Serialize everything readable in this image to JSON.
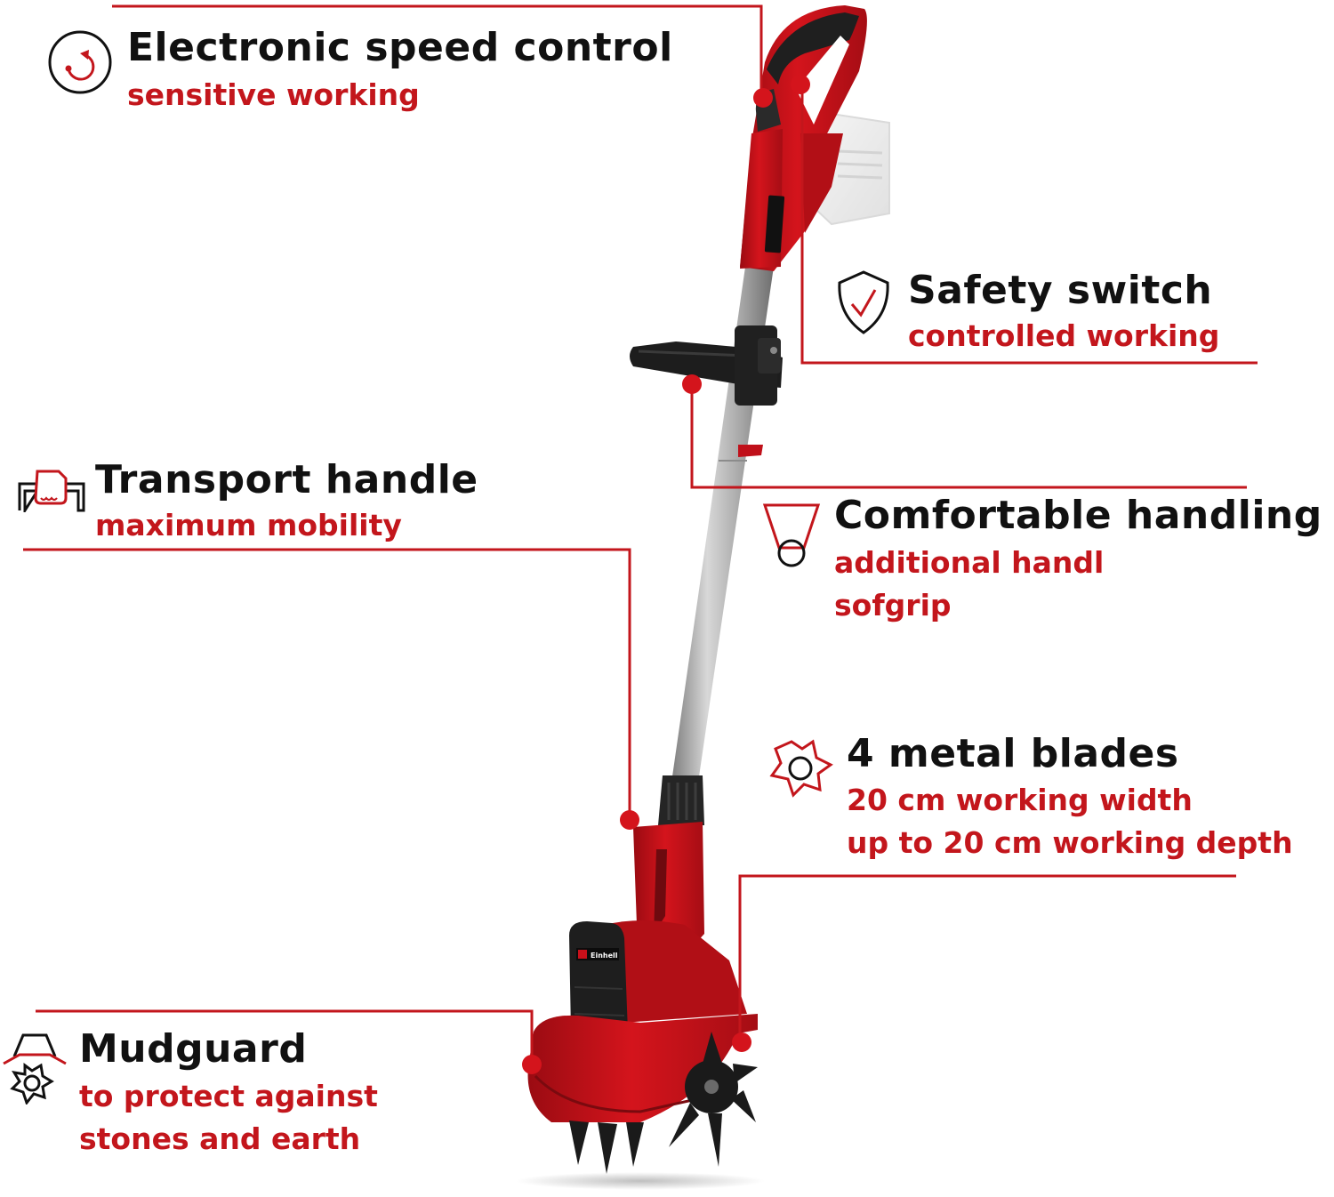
{
  "colors": {
    "accent_red": "#c3161c",
    "title_black": "#111111",
    "product_red": "#c8101a",
    "product_dark_red": "#8e0a10",
    "handle_black": "#1c1c1c",
    "pole_gray": "#a8a8a8",
    "battery_gray": "#d6d6d6"
  },
  "product": {
    "brand_label": "Einhell"
  },
  "features": [
    {
      "id": "speed",
      "icon": "speed-control-icon",
      "title": "Electronic speed control",
      "lines": [
        "sensitive working"
      ]
    },
    {
      "id": "safety",
      "icon": "shield-check-icon",
      "title": "Safety switch",
      "lines": [
        "controlled working"
      ]
    },
    {
      "id": "transport",
      "icon": "hand-grip-icon",
      "title": "Transport handle",
      "lines": [
        "maximum mobility"
      ]
    },
    {
      "id": "comfort",
      "icon": "loop-handle-icon",
      "title": "Comfortable handling",
      "lines": [
        "additional handl",
        "sofgrip"
      ]
    },
    {
      "id": "blades",
      "icon": "blade-star-icon",
      "title": "4 metal blades",
      "lines": [
        "20 cm working width",
        "up to 20 cm working depth"
      ]
    },
    {
      "id": "mudguard",
      "icon": "mudguard-icon",
      "title": "Mudguard",
      "lines": [
        "to protect against",
        "stones and earth"
      ]
    }
  ]
}
